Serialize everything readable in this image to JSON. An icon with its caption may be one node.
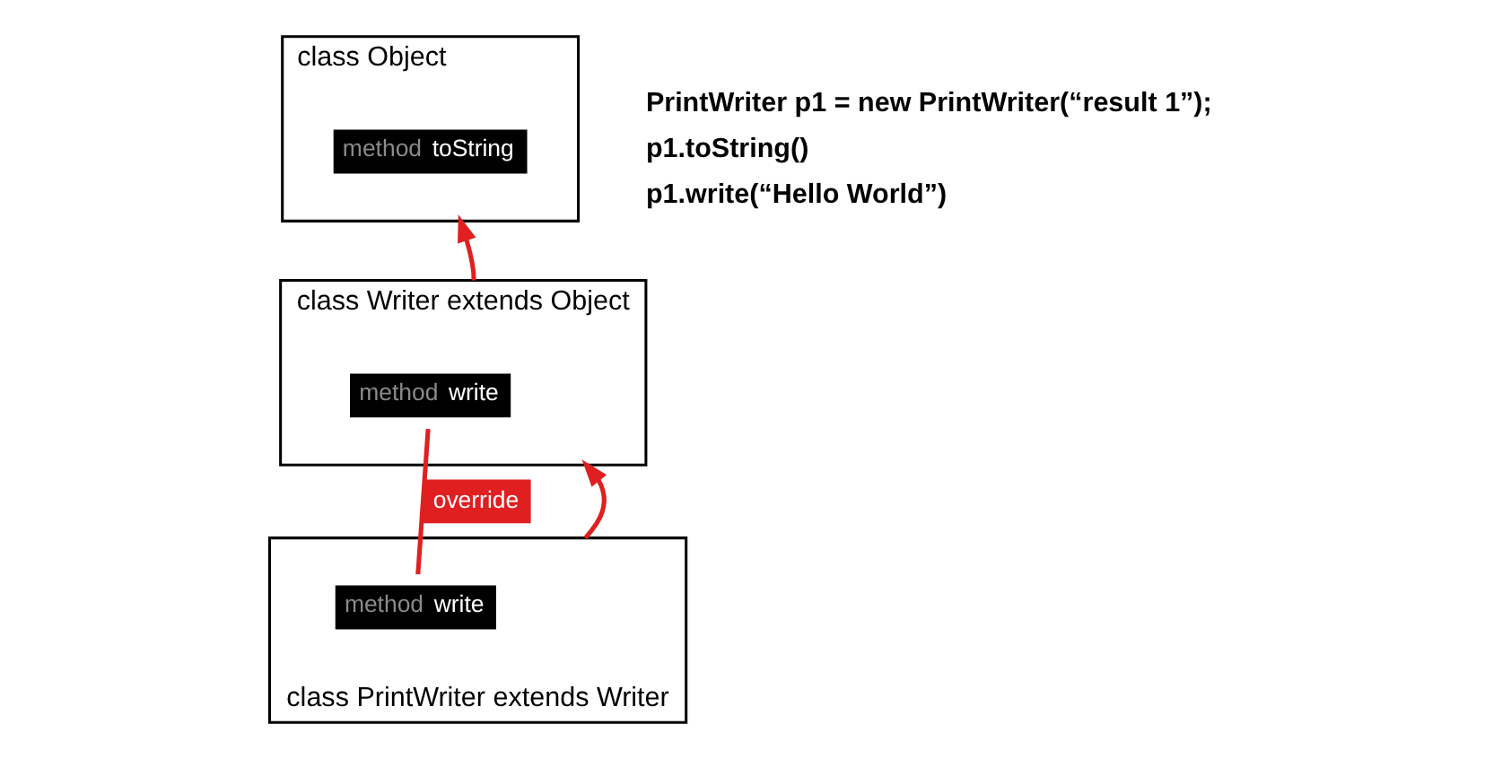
{
  "diagram": {
    "nodes": [
      {
        "text": [
          "class Object"
        ]
      },
      {
        "text": [
          "method toString"
        ],
        "in": 0
      },
      {
        "text": [
          "class Writer extends Object"
        ]
      },
      {
        "text": [
          "method write"
        ],
        "in": 2
      },
      {
        "text": [
          "class PrintWriter extends Writer"
        ]
      },
      {
        "text": [
          "method write"
        ],
        "in": 4
      }
    ],
    "edges": [
      {
        "from": 2,
        "to": 0,
        "arrow": "to"
      },
      {
        "from": 4,
        "to": 2,
        "arrow": "to"
      },
      {
        "from": 3,
        "to": 5,
        "arrow": "none",
        "label": "override"
      }
    ],
    "labels": [
      "PrintWriter p1 = new PrintWriter(“result 1”);",
      "p1.toString()",
      "p1.write(“Hello World”)"
    ]
  }
}
